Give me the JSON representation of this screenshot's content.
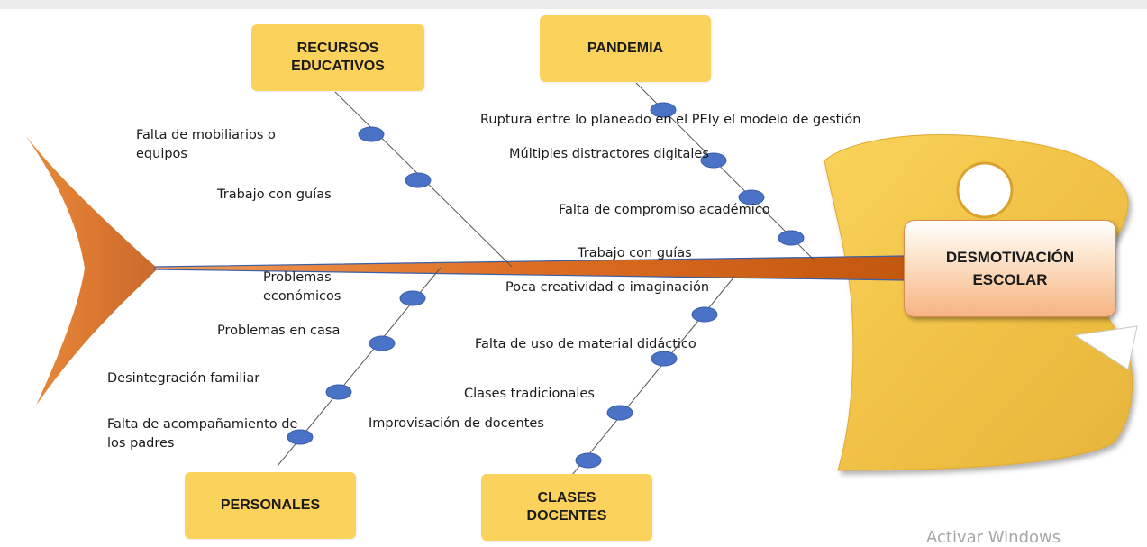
{
  "diagram": {
    "effect": "DESMOTIVACIÓN\nESCOLAR",
    "categories": [
      {
        "id": "recursos",
        "label": "RECURSOS\nEDUCATIVOS"
      },
      {
        "id": "pandemia",
        "label": "PANDEMIA"
      },
      {
        "id": "personales",
        "label": "PERSONALES"
      },
      {
        "id": "clases",
        "label": "CLASES\nDOCENTES"
      }
    ],
    "causes": {
      "recursos": [
        "Falta de mobiliarios o\nequipos",
        "Trabajo con guías"
      ],
      "pandemia": [
        "Ruptura entre lo planeado en el PEIy el modelo de gestión",
        "Múltiples distractores digitales",
        "Falta de compromiso académico",
        "Trabajo con guías"
      ],
      "personales": [
        "Problemas\neconómicos",
        "Problemas en casa",
        "Desintegración familiar",
        "Falta de acompañamiento de\nlos padres"
      ],
      "clases": [
        "Poca creatividad o imaginación",
        "Falta de uso de material didáctico",
        "Clases tradicionales",
        "Improvisación de docentes"
      ]
    }
  },
  "watermark": "Activar Windows",
  "colors": {
    "category_fill": "#fbd35c",
    "spine_dark": "#c95b12",
    "spine_light": "#ee8a45",
    "spine_edge": "#3a5ea8",
    "node_fill": "#4a72c6",
    "tail": "#e58a3c",
    "head_fill": "#f5c64a"
  }
}
